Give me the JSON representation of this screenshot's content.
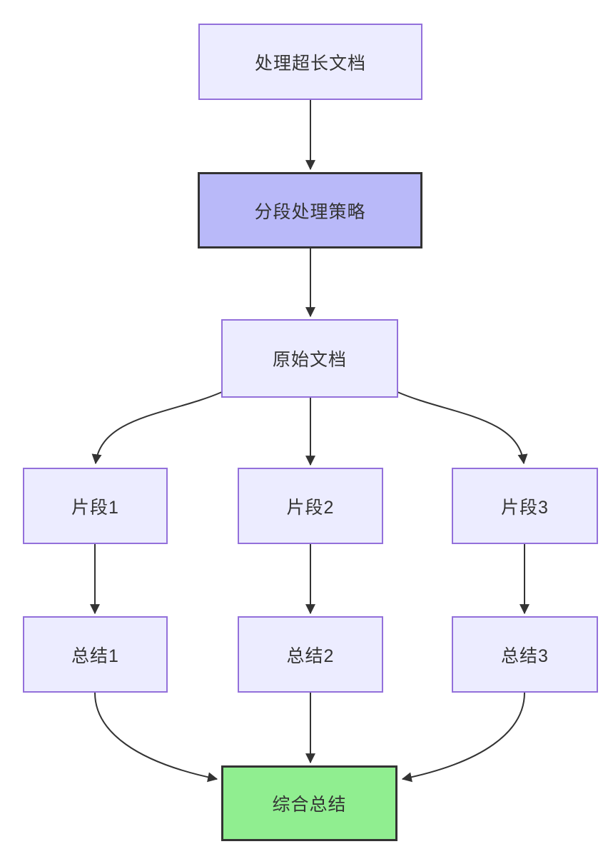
{
  "diagram": {
    "type": "flowchart-top-down",
    "nodes": {
      "task": {
        "label": "处理超长文档"
      },
      "strategy": {
        "label": "分段处理策略"
      },
      "doc": {
        "label": "原始文档"
      },
      "seg1": {
        "label": "片段1"
      },
      "seg2": {
        "label": "片段2"
      },
      "seg3": {
        "label": "片段3"
      },
      "sum1": {
        "label": "总结1"
      },
      "sum2": {
        "label": "总结2"
      },
      "sum3": {
        "label": "总结3"
      },
      "final": {
        "label": "综合总结"
      }
    },
    "edges": [
      {
        "from": "task",
        "to": "strategy"
      },
      {
        "from": "strategy",
        "to": "doc"
      },
      {
        "from": "doc",
        "to": "seg1"
      },
      {
        "from": "doc",
        "to": "seg2"
      },
      {
        "from": "doc",
        "to": "seg3"
      },
      {
        "from": "seg1",
        "to": "sum1"
      },
      {
        "from": "seg2",
        "to": "sum2"
      },
      {
        "from": "seg3",
        "to": "sum3"
      },
      {
        "from": "sum1",
        "to": "final"
      },
      {
        "from": "sum2",
        "to": "final"
      },
      {
        "from": "sum3",
        "to": "final"
      }
    ],
    "colors": {
      "node_fill": "#ECECFF",
      "node_border": "#9370DB",
      "accent_fill": "#b9b9f9",
      "final_fill": "#90EE90",
      "dark_border": "#333333",
      "edge_stroke": "#333333",
      "text": "#333333",
      "background": "#ffffff"
    }
  }
}
